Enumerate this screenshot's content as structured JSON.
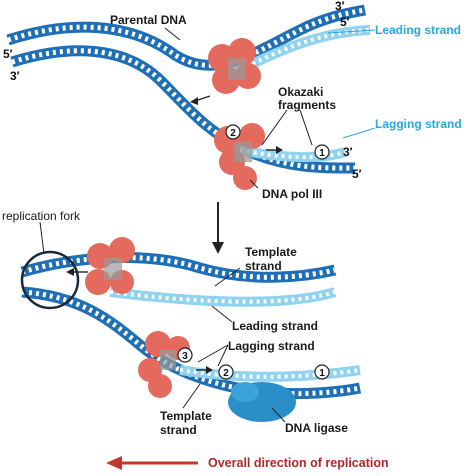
{
  "top_panel": {
    "parental_dna": "Parental DNA",
    "leading_strand": "Leading strand",
    "lagging_strand": "Lagging strand",
    "okazaki_line1": "Okazaki",
    "okazaki_line2": "fragments",
    "dna_pol": "DNA pol III",
    "end_3_top_right": "3′",
    "end_5_top_right": "5′",
    "end_5_left": "5′",
    "end_3_left": "3′",
    "end_3_lower_right": "3′",
    "end_5_lower_right": "5′",
    "circle_1": "1",
    "circle_2": "2"
  },
  "bottom_panel": {
    "replication_fork": "replication fork",
    "template_strand_line1": "Template",
    "template_strand_line2": "strand",
    "leading_strand": "Leading strand",
    "lagging_strand": "Lagging strand",
    "template_strand2_line1": "Template",
    "template_strand2_line2": "strand",
    "dna_ligase": "DNA ligase",
    "circle_1": "1",
    "circle_2": "2",
    "circle_3": "3"
  },
  "footer": {
    "overall_direction": "Overall direction of replication"
  },
  "colors": {
    "parental_strand": "#1f6fb6",
    "new_strand": "#8fd3f0",
    "polymerase": "#e46a5e",
    "ligase": "#2a8fc9",
    "arrow_red": "#c0392b"
  }
}
